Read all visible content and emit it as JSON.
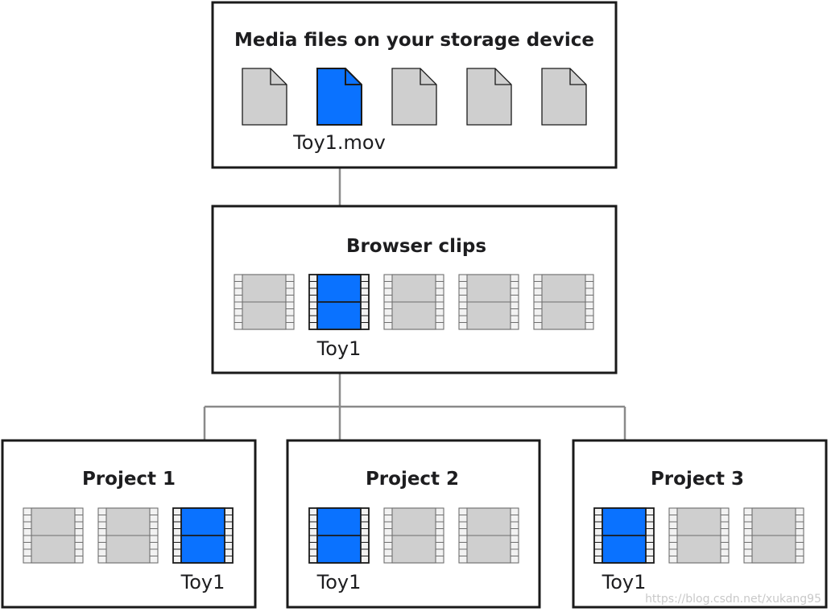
{
  "colors": {
    "highlight": "#0a72ff",
    "neutral": "#cfcfcf",
    "outline": "#1a1a1a",
    "connector": "#8a8a8a"
  },
  "storage": {
    "title": "Media files on your storage device",
    "icon": "document-icon",
    "items": [
      {
        "highlighted": false,
        "label": ""
      },
      {
        "highlighted": true,
        "label": "Toy1.mov"
      },
      {
        "highlighted": false,
        "label": ""
      },
      {
        "highlighted": false,
        "label": ""
      },
      {
        "highlighted": false,
        "label": ""
      }
    ]
  },
  "browser": {
    "title": "Browser clips",
    "icon": "film-clip-icon",
    "items": [
      {
        "highlighted": false,
        "label": ""
      },
      {
        "highlighted": true,
        "label": "Toy1"
      },
      {
        "highlighted": false,
        "label": ""
      },
      {
        "highlighted": false,
        "label": ""
      },
      {
        "highlighted": false,
        "label": ""
      }
    ]
  },
  "projects": [
    {
      "title": "Project 1",
      "icon": "film-clip-icon",
      "items": [
        {
          "highlighted": false,
          "label": ""
        },
        {
          "highlighted": false,
          "label": ""
        },
        {
          "highlighted": true,
          "label": "Toy1"
        }
      ]
    },
    {
      "title": "Project 2",
      "icon": "film-clip-icon",
      "items": [
        {
          "highlighted": true,
          "label": "Toy1"
        },
        {
          "highlighted": false,
          "label": ""
        },
        {
          "highlighted": false,
          "label": ""
        }
      ]
    },
    {
      "title": "Project 3",
      "icon": "film-clip-icon",
      "items": [
        {
          "highlighted": true,
          "label": "Toy1"
        },
        {
          "highlighted": false,
          "label": ""
        },
        {
          "highlighted": false,
          "label": ""
        }
      ]
    }
  ],
  "watermark": "https://blog.csdn.net/xukang95"
}
